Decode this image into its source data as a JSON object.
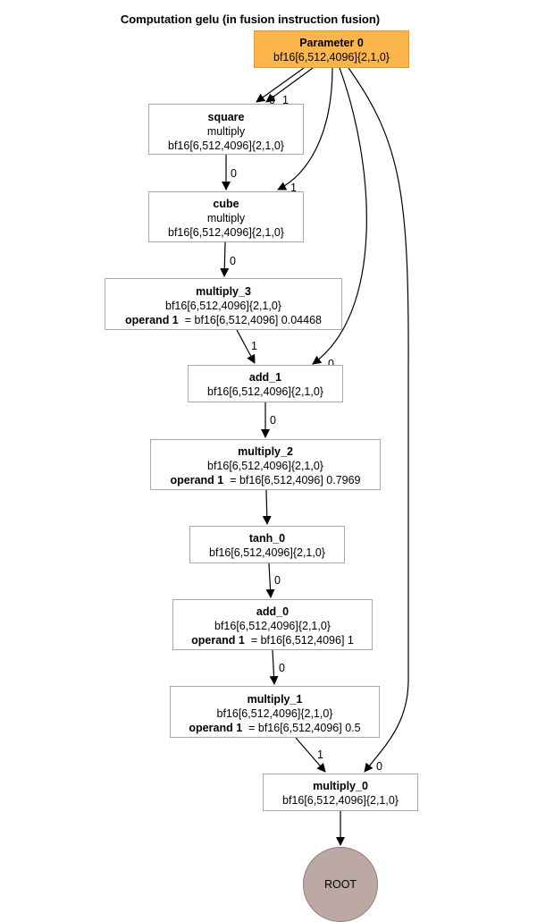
{
  "title": "Computation gelu (in fusion instruction fusion)",
  "nodes": {
    "param0": {
      "name": "Parameter 0",
      "shape": "bf16[6,512,4096]{2,1,0}"
    },
    "square": {
      "name": "square",
      "op": "multiply",
      "shape": "bf16[6,512,4096]{2,1,0}"
    },
    "cube": {
      "name": "cube",
      "op": "multiply",
      "shape": "bf16[6,512,4096]{2,1,0}"
    },
    "multiply_3": {
      "name": "multiply_3",
      "shape": "bf16[6,512,4096]{2,1,0}",
      "operand_label": "operand 1",
      "operand_value": "= bf16[6,512,4096] 0.04468"
    },
    "add_1": {
      "name": "add_1",
      "shape": "bf16[6,512,4096]{2,1,0}"
    },
    "multiply_2": {
      "name": "multiply_2",
      "shape": "bf16[6,512,4096]{2,1,0}",
      "operand_label": "operand 1",
      "operand_value": "= bf16[6,512,4096] 0.7969"
    },
    "tanh_0": {
      "name": "tanh_0",
      "shape": "bf16[6,512,4096]{2,1,0}"
    },
    "add_0": {
      "name": "add_0",
      "shape": "bf16[6,512,4096]{2,1,0}",
      "operand_label": "operand 1",
      "operand_value": "= bf16[6,512,4096] 1"
    },
    "multiply_1": {
      "name": "multiply_1",
      "shape": "bf16[6,512,4096]{2,1,0}",
      "operand_label": "operand 1",
      "operand_value": "= bf16[6,512,4096] 0.5"
    },
    "multiply_0": {
      "name": "multiply_0",
      "shape": "bf16[6,512,4096]{2,1,0}"
    },
    "root": {
      "name": "ROOT"
    }
  },
  "edge_labels": {
    "param_square_0": "0",
    "param_square_1": "1",
    "square_cube": "0",
    "param_cube": "1",
    "cube_mul3": "0",
    "mul3_add1": "1",
    "param_add1": "0",
    "add1_mul2": "0",
    "tanh_add0": "0",
    "add0_mul1": "0",
    "mul1_mul0": "1",
    "param_mul0": "0"
  },
  "colors": {
    "parameter_fill": "#fbb54a",
    "root_fill": "#bca9a3",
    "border": "#a9a9a9"
  }
}
